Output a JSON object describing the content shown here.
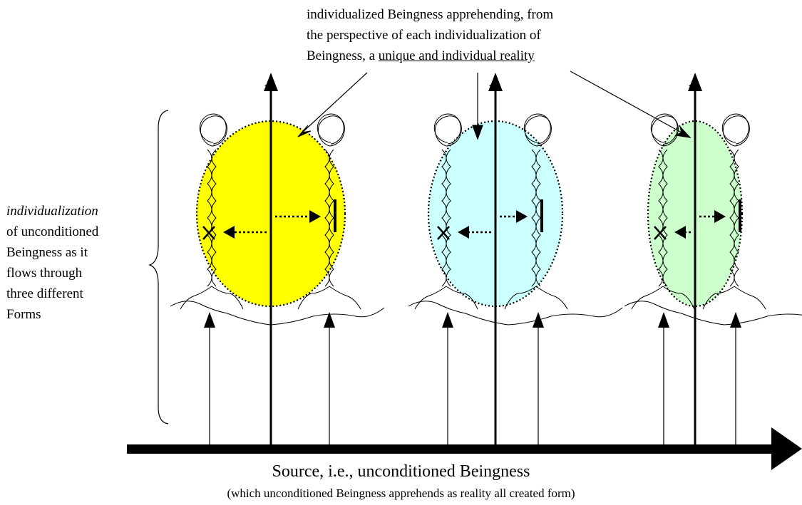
{
  "top_caption": {
    "line1": "individualized Beingness apprehending, from",
    "line2": "the perspective of each individualization of",
    "line3_prefix": "Beingness, a ",
    "line3_underlined": "unique and individual reality"
  },
  "side_caption": {
    "italic": "individualization",
    "line2": "of unconditioned",
    "line3": "Beingness as it",
    "line4": "flows through",
    "line5": "three different",
    "line6": "Forms"
  },
  "source_label": "Source, i.e., unconditioned Beingness",
  "source_sublabel": "(which unconditioned Beingness apprehends as reality all created form)",
  "forms": [
    {
      "fill": "#ffff00"
    },
    {
      "fill": "#ccffff"
    },
    {
      "fill": "#ccffcc"
    }
  ]
}
